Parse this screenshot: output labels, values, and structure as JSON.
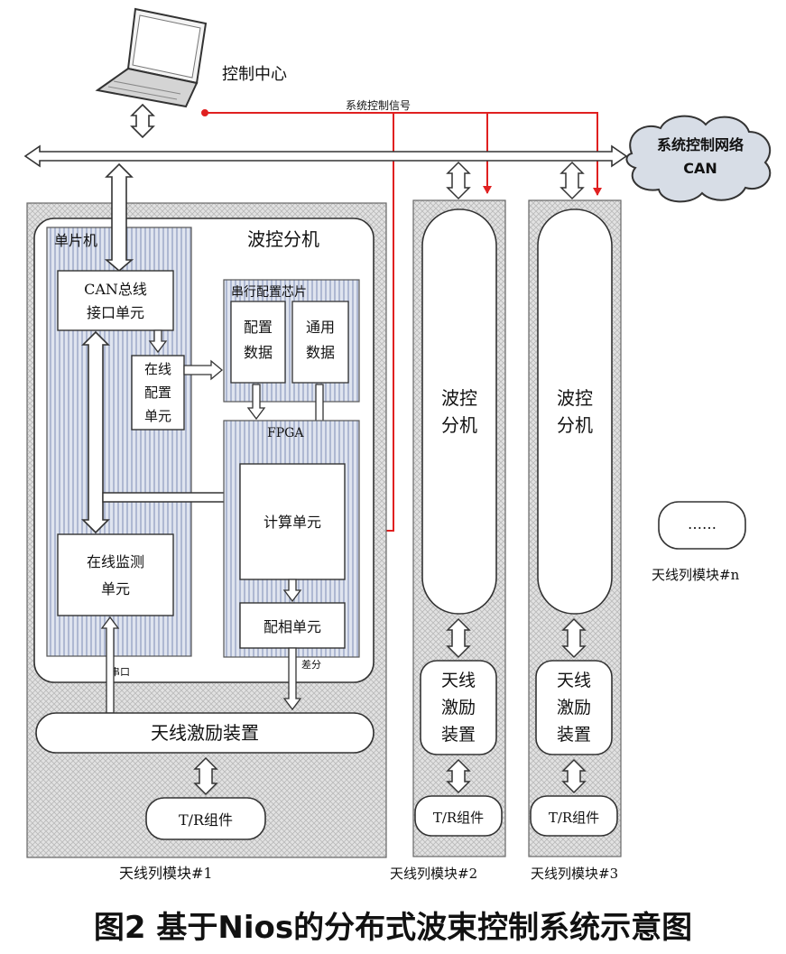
{
  "labels": {
    "control_center": "控制中心",
    "system_signal": "系统控制信号",
    "network_line1": "系统控制网络",
    "network_line2": "CAN",
    "wave_controller": "波控分机",
    "mcu": "单片机",
    "can_interface_1": "CAN总线",
    "can_interface_2": "接口单元",
    "serial_chip": "串行配置芯片",
    "config_data_1": "配置",
    "config_data_2": "数据",
    "general_data_1": "通用",
    "general_data_2": "数据",
    "online_config_1": "在线",
    "online_config_2": "配置",
    "online_config_3": "单元",
    "fpga": "FPGA",
    "compute_unit": "计算单元",
    "phase_unit": "配相单元",
    "online_monitor_1": "在线监测",
    "online_monitor_2": "单元",
    "serial_port": "串口",
    "differential": "差分",
    "antenna_exciter": "天线激励装置",
    "tr_module": "T/R组件",
    "module_1": "天线列模块#1",
    "module_2": "天线列模块#2",
    "module_3": "天线列模块#3",
    "module_n": "天线列模块#n",
    "wave_ctrl_a": "波控",
    "wave_ctrl_b": "分机",
    "exciter_a": "天线",
    "exciter_b": "激励",
    "exciter_c": "装置",
    "ellipsis": "……",
    "caption": "图2 基于Nios的分布式波束控制系统示意图"
  },
  "colors": {
    "signal_line": "#e02020",
    "hatch_fill": "#d9d9d9",
    "stripe_fill": "#bcc6dc",
    "cloud_fill": "#d7dde6"
  }
}
